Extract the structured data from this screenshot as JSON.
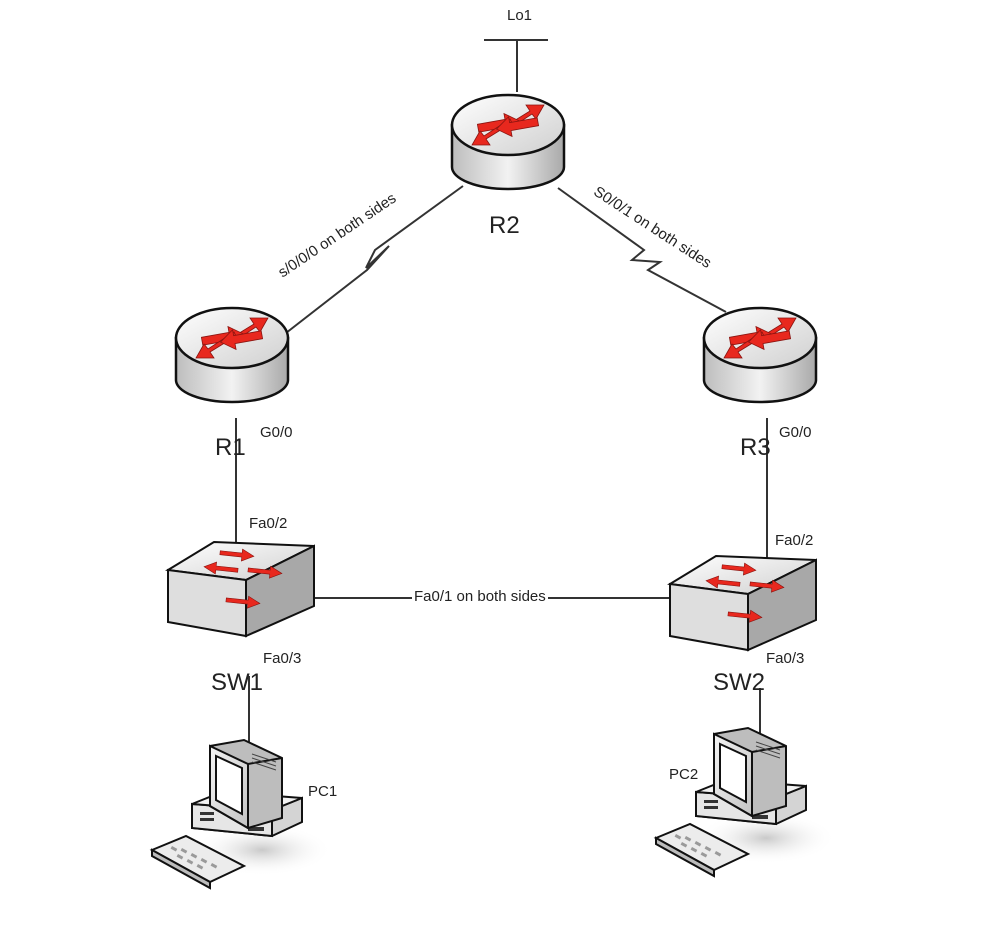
{
  "devices": {
    "r1": {
      "name": "R1",
      "port": "G0/0"
    },
    "r2": {
      "name": "R2",
      "loopback": "Lo1"
    },
    "r3": {
      "name": "R3",
      "port": "G0/0"
    },
    "sw1": {
      "name": "SW1",
      "uplink_port": "Fa0/2",
      "pc_port": "Fa0/3"
    },
    "sw2": {
      "name": "SW2",
      "uplink_port": "Fa0/2",
      "pc_port": "Fa0/3"
    },
    "pc1": {
      "name": "PC1"
    },
    "pc2": {
      "name": "PC2"
    }
  },
  "links": {
    "r1_r2": "s/0/0/0 on both sides",
    "r2_r3": "S0/0/1 on both sides",
    "sw1_sw2": "Fa0/1 on both sides"
  },
  "colors": {
    "router_body": "#dcdcdc",
    "arrow_red": "#e8281e",
    "line": "#333333"
  },
  "icons": [
    "router-icon",
    "switch-icon",
    "pc-icon",
    "serial-zigzag-icon",
    "loopback-icon"
  ]
}
